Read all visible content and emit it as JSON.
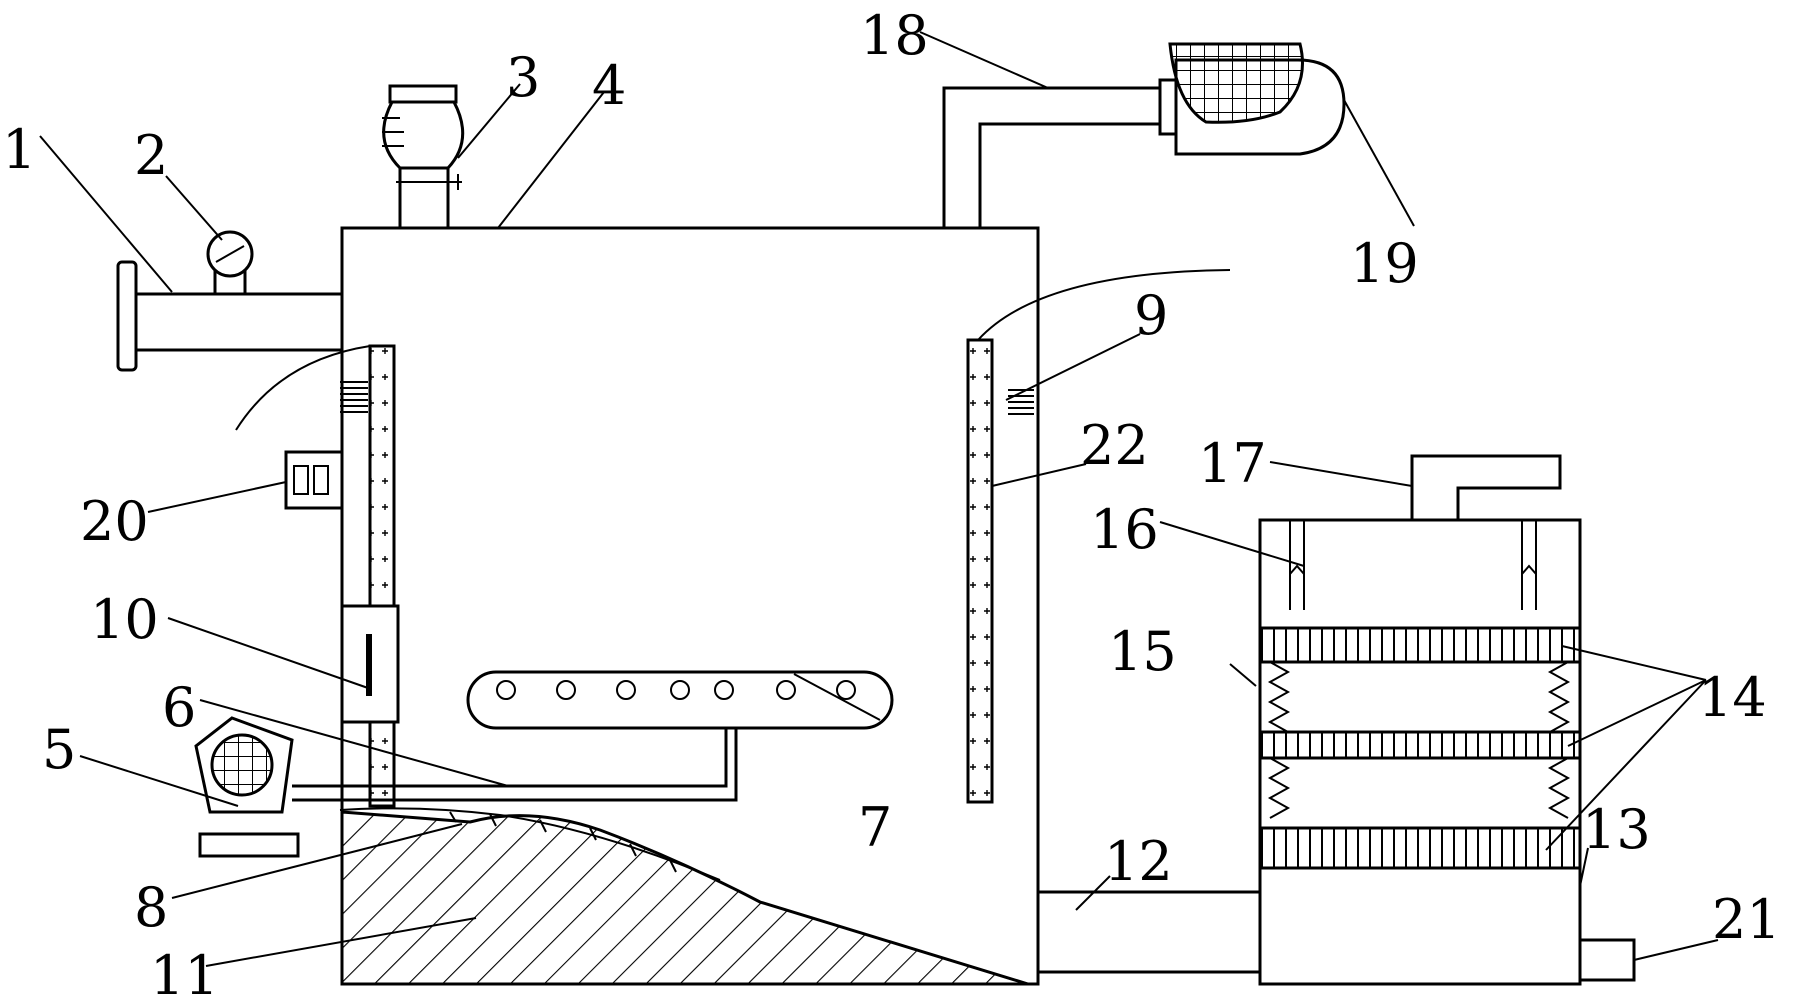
{
  "labels": [
    "1",
    "2",
    "3",
    "4",
    "5",
    "6",
    "7",
    "8",
    "9",
    "10",
    "11",
    "12",
    "13",
    "14",
    "15",
    "16",
    "17",
    "18",
    "19",
    "20",
    "21",
    "22"
  ]
}
